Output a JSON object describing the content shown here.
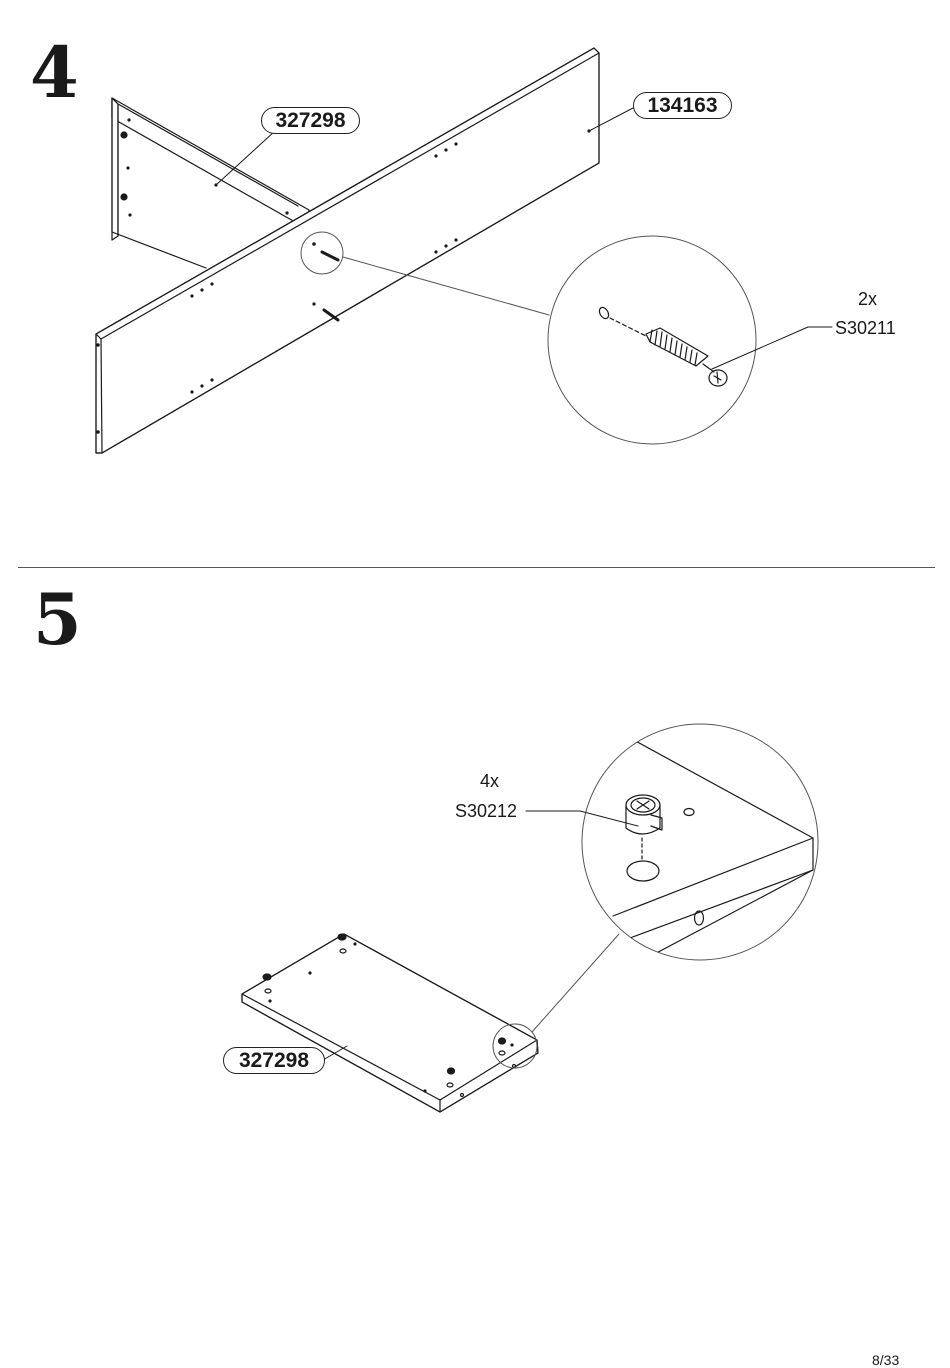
{
  "steps": [
    {
      "number": "4",
      "parts": [
        "327298",
        "134163"
      ],
      "hardware": {
        "quantity": "2x",
        "code": "S30211",
        "name": "cam-bolt"
      }
    },
    {
      "number": "5",
      "parts": [
        "327298"
      ],
      "hardware": {
        "quantity": "4x",
        "code": "S30212",
        "name": "cam-lock"
      }
    }
  ],
  "page": "8/33",
  "colors": {
    "line": "#1a1a1a",
    "circle": "#555555",
    "divider": "#555555"
  }
}
